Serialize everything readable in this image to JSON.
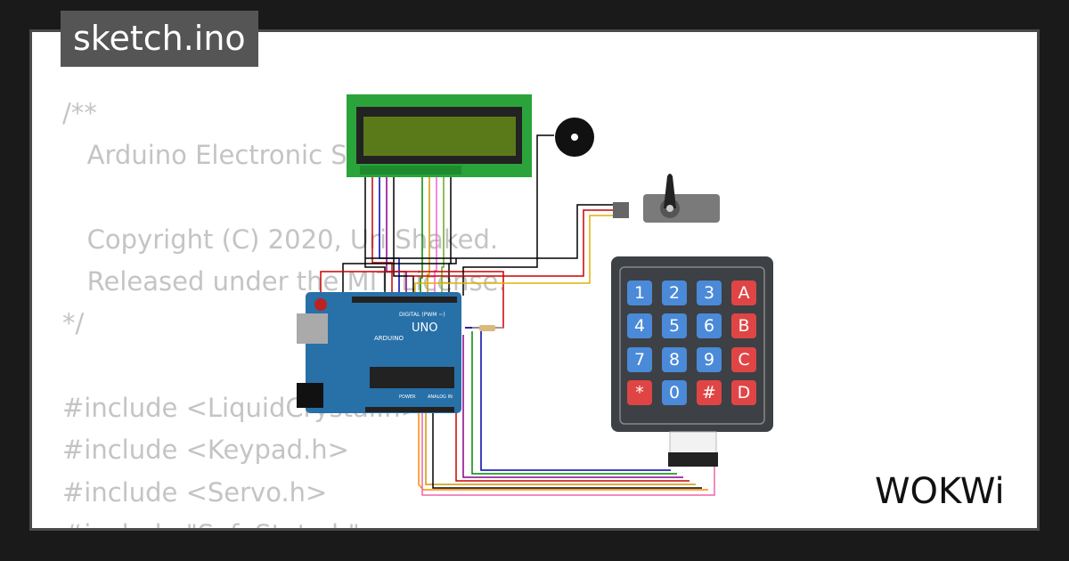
{
  "tab": {
    "label": "sketch.ino"
  },
  "code_lines": [
    "/**",
    "   Arduino Electronic Safe",
    "",
    "   Copyright (C) 2020, Uri Shaked.",
    "   Released under the MIT License.",
    "*/",
    "",
    "#include <LiquidCrystal.h>",
    "#include <Keypad.h>",
    "#include <Servo.h>",
    "#include \"SafeState.h\""
  ],
  "board": {
    "brand": "ARDUINO",
    "model": "UNO",
    "digital_label": "DIGITAL (PWM ~)",
    "power_label": "POWER",
    "analog_label": "ANALOG IN"
  },
  "keypad": {
    "keys": [
      [
        "1",
        "2",
        "3",
        "A"
      ],
      [
        "4",
        "5",
        "6",
        "B"
      ],
      [
        "7",
        "8",
        "9",
        "C"
      ],
      [
        "*",
        "0",
        "#",
        "D"
      ]
    ]
  },
  "logo": {
    "text": "WOKWi"
  },
  "colors": {
    "background": "#1a1a1a",
    "card": "#ffffff",
    "code_text": "#c4c4c4",
    "tab_bg": "#555555",
    "key_number": "#4a8ad8",
    "key_letter": "#e04545",
    "lcd_board": "#2aa33a",
    "lcd_screen": "#5a7a1a",
    "arduino": "#2870a8"
  }
}
